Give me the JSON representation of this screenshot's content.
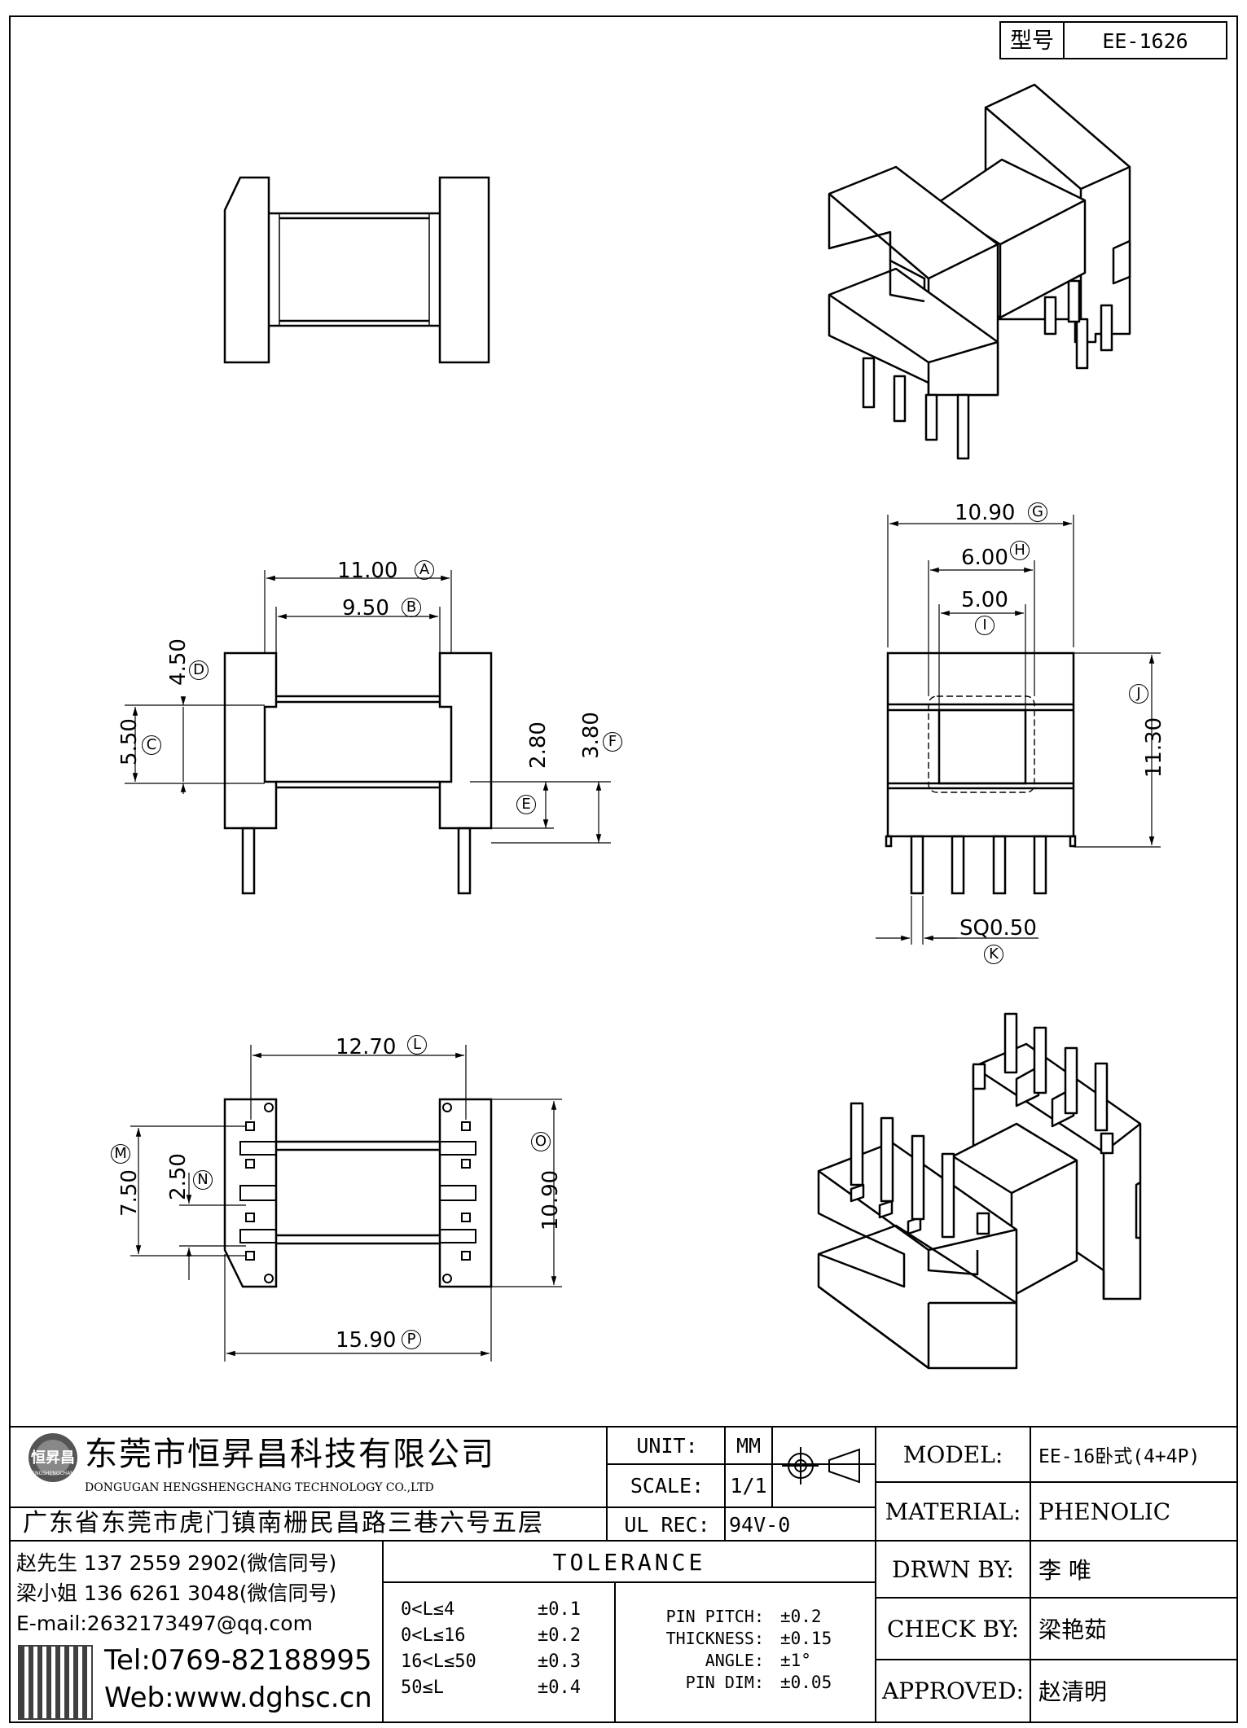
{
  "header": {
    "model_label": "型号",
    "model_value": "EE-1626"
  },
  "dimensions": {
    "A": {
      "value": "11.00",
      "letter": "A"
    },
    "B": {
      "value": "9.50",
      "letter": "B"
    },
    "C": {
      "value": "5.50",
      "letter": "C"
    },
    "D": {
      "value": "4.50",
      "letter": "D"
    },
    "E": {
      "value": "2.80",
      "letter": "E"
    },
    "F": {
      "value": "3.80",
      "letter": "F"
    },
    "G": {
      "value": "10.90",
      "letter": "G"
    },
    "H": {
      "value": "6.00",
      "letter": "H"
    },
    "I": {
      "value": "5.00",
      "letter": "I"
    },
    "J": {
      "value": "11.30",
      "letter": "J"
    },
    "K": {
      "value": "SQ0.50",
      "letter": "K"
    },
    "L": {
      "value": "12.70",
      "letter": "L"
    },
    "M": {
      "value": "7.50",
      "letter": "M"
    },
    "N": {
      "value": "2.50",
      "letter": "N"
    },
    "O": {
      "value": "10.90",
      "letter": "O"
    },
    "P": {
      "value": "15.90",
      "letter": "P"
    }
  },
  "company": {
    "name_cn": "东莞市恒昇昌科技有限公司",
    "name_en": "DONGUGAN HENGSHENGCHANG TECHNOLOGY CO.,LTD",
    "address": "广东省东莞市虎门镇南栅民昌路三巷六号五层",
    "logo_text": "恒昇昌",
    "logo_sub": "HENGSHENGCHANG"
  },
  "contact": {
    "line1": "赵先生 137 2559 2902(微信同号)",
    "line2": "梁小姐 136 6261 3048(微信同号)",
    "email": "E-mail:2632173497@qq.com",
    "tel": "Tel:0769-82188995",
    "web": "Web:www.dghsc.cn"
  },
  "specs": {
    "unit_label": "UNIT:",
    "unit_value": "MM",
    "scale_label": "SCALE:",
    "scale_value": "1/1",
    "ul_label": "UL REC:",
    "ul_value": "94V-0"
  },
  "tolerance": {
    "title": "TOLERANCE",
    "ranges": [
      {
        "range": "0<L≤4",
        "tol": "±0.1"
      },
      {
        "range": "0<L≤16",
        "tol": "±0.2"
      },
      {
        "range": "16<L≤50",
        "tol": "±0.3"
      },
      {
        "range": "50≤L",
        "tol": "±0.4"
      }
    ],
    "others": [
      {
        "label": "PIN PITCH:",
        "tol": "±0.2"
      },
      {
        "label": "THICKNESS:",
        "tol": "±0.15"
      },
      {
        "label": "ANGLE:",
        "tol": "±1°"
      },
      {
        "label": "PIN DIM:",
        "tol": "±0.05"
      }
    ]
  },
  "titleblock": {
    "model_label": "MODEL:",
    "model_value": "EE-16卧式(4+4P)",
    "material_label": "MATERIAL:",
    "material_value": "PHENOLIC",
    "drwn_label": "DRWN BY:",
    "drwn_value": "李 唯",
    "check_label": "CHECK BY:",
    "check_value": "梁艳茹",
    "approved_label": "APPROVED:",
    "approved_value": "赵清明"
  }
}
